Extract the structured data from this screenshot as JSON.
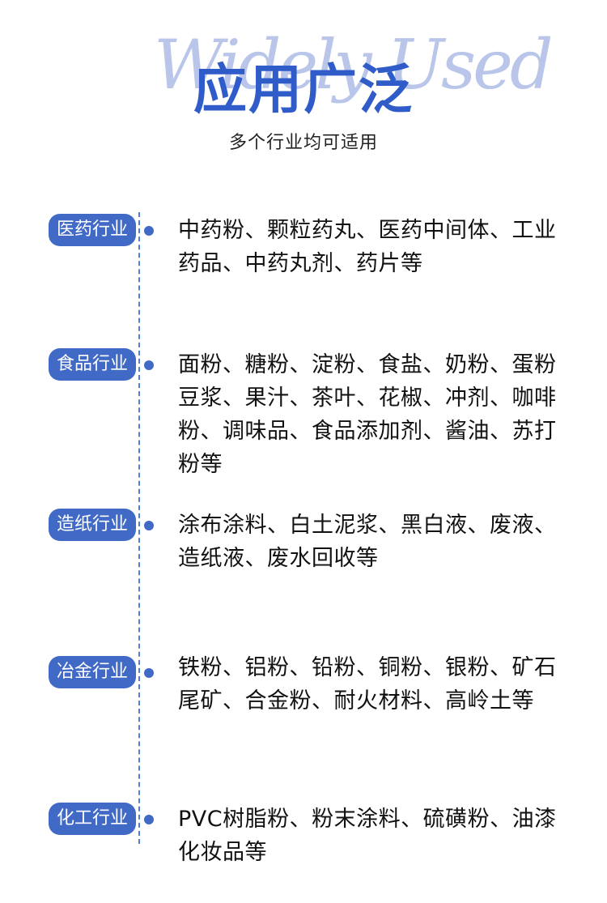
{
  "header": {
    "bg_text": "Widely Used",
    "title": "应用广泛",
    "subtitle": "多个行业均可适用"
  },
  "accent_color": "#4169c6",
  "sections": [
    {
      "tag": "医药行业",
      "text_lines": [
        "中药粉、颗粒药丸、医药中间体、工业",
        "药品、中药丸剂、药片等"
      ]
    },
    {
      "tag": "食品行业",
      "text_lines": [
        "面粉、糖粉、淀粉、食盐、奶粉、蛋粉",
        "豆浆、果汁、茶叶、花椒、冲剂、咖啡",
        "粉、调味品、食品添加剂、酱油、苏打",
        "粉等"
      ]
    },
    {
      "tag": "造纸行业",
      "text_lines": [
        "涂布涂料、白土泥浆、黑白液、废液、",
        "造纸液、废水回收等"
      ]
    },
    {
      "tag": "冶金行业",
      "text_lines": [
        "铁粉、铝粉、铅粉、铜粉、银粉、矿石",
        "尾矿、合金粉、耐火材料、高岭土等"
      ]
    },
    {
      "tag": "化工行业",
      "text_lines": [
        "PVC树脂粉、粉末涂料、硫磺粉、油漆",
        "化妆品等"
      ]
    }
  ]
}
